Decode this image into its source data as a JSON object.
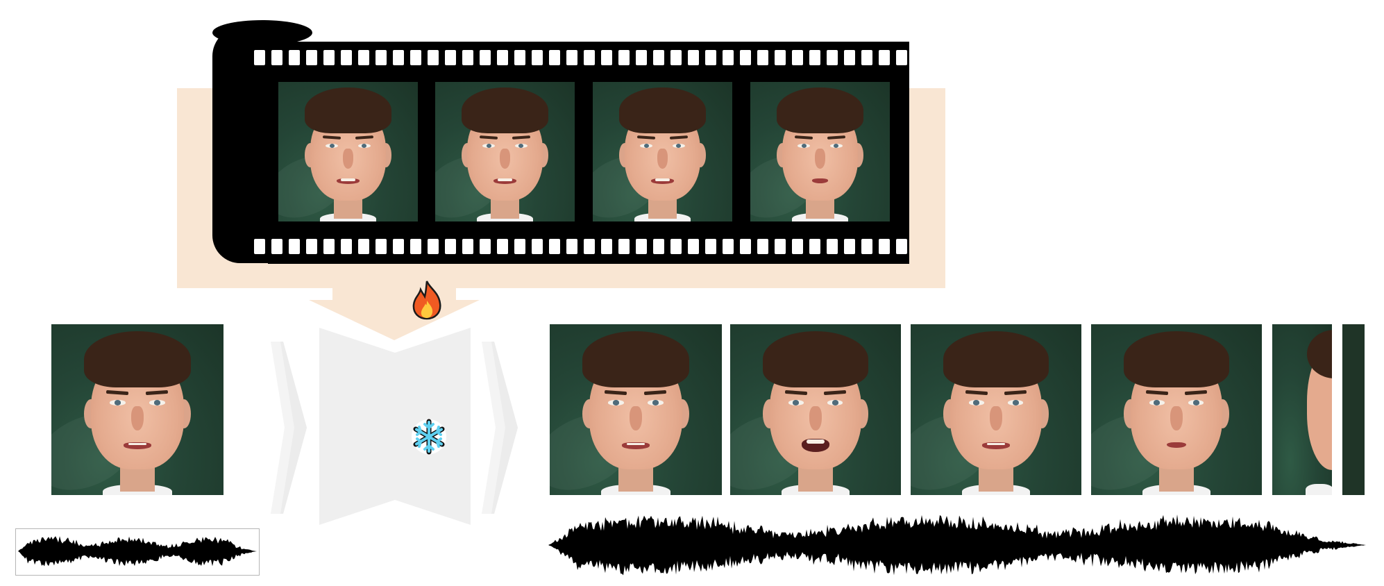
{
  "colors": {
    "training_panel": "#f9e6d3",
    "model_block": "#efefef",
    "arrow_light": "#f4f4f4",
    "film": "#000000",
    "waveform": "#000000",
    "fire_outer": "#f05a22",
    "fire_inner": "#ffc83d",
    "snowflake": "#5fd0f0",
    "waveform_box_border": "#b5b5b5"
  },
  "icons": {
    "trainable": "fire-icon",
    "frozen": "snowflake-icon"
  },
  "training_frames": [
    {
      "expression": "speaking"
    },
    {
      "expression": "speaking-teeth"
    },
    {
      "expression": "speaking"
    },
    {
      "expression": "lips-closed"
    }
  ],
  "reference_image": {
    "expression": "neutral"
  },
  "generated_frames": [
    {
      "expression": "neutral"
    },
    {
      "expression": "open-mouth"
    },
    {
      "expression": "smile"
    },
    {
      "expression": "lips-closed"
    }
  ]
}
